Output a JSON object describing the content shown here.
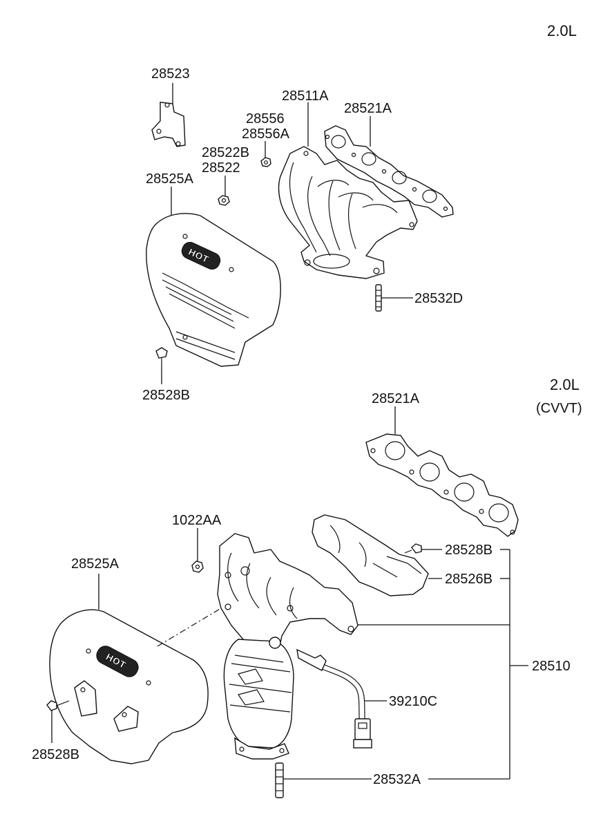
{
  "sections": {
    "top": {
      "engine": "2.0L"
    },
    "bottom": {
      "engine": "2.0L",
      "variant": "(CVVT)"
    }
  },
  "parts": {
    "p28523": "28523",
    "p28511A": "28511A",
    "p28521A_top": "28521A",
    "p28556": "28556",
    "p28556A": "28556A",
    "p28522B": "28522B",
    "p28522": "28522",
    "p28525A_top": "28525A",
    "p28532D": "28532D",
    "p28528B_top": "28528B",
    "p28521A_bottom": "28521A",
    "p1022AA": "1022AA",
    "p28525A_bottom": "28525A",
    "p28528B_right": "28528B",
    "p28526B": "28526B",
    "p28510": "28510",
    "p39210C": "39210C",
    "p28528B_left": "28528B",
    "p28532A": "28532A"
  },
  "heat_shield_marking": "HOT"
}
